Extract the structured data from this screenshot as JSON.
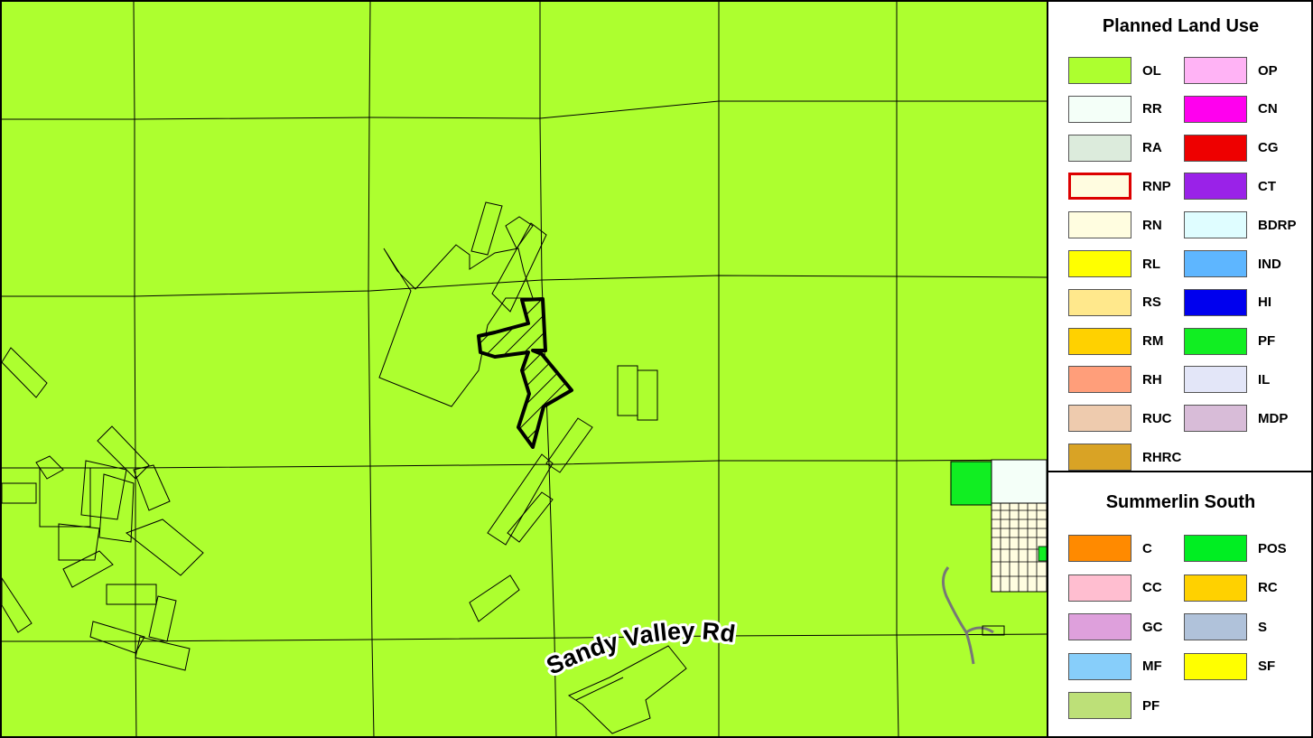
{
  "map": {
    "background_color": "#adff2f",
    "road_label": "Sandy Valley Rd",
    "subject_parcel_pattern": "diagonal-hatch"
  },
  "legend": {
    "planned_land_use": {
      "title": "Planned Land Use",
      "items": [
        {
          "code": "OL",
          "color": "#adff2f"
        },
        {
          "code": "OP",
          "color": "#ffb3f5"
        },
        {
          "code": "RR",
          "color": "#f4fff8"
        },
        {
          "code": "CN",
          "color": "#ff00ee"
        },
        {
          "code": "RA",
          "color": "#dcebdc"
        },
        {
          "code": "CG",
          "color": "#ee0000"
        },
        {
          "code": "RNP",
          "color": "#fffce0",
          "border": "#dd0000"
        },
        {
          "code": "CT",
          "color": "#9a22e8"
        },
        {
          "code": "RN",
          "color": "#fffde0"
        },
        {
          "code": "BDRP",
          "color": "#dffdff"
        },
        {
          "code": "RL",
          "color": "#ffff00"
        },
        {
          "code": "IND",
          "color": "#5eb6ff"
        },
        {
          "code": "RS",
          "color": "#ffe88c"
        },
        {
          "code": "HI",
          "color": "#0000ee"
        },
        {
          "code": "RM",
          "color": "#ffd100"
        },
        {
          "code": "PF",
          "color": "#11ee22"
        },
        {
          "code": "RH",
          "color": "#ff9e7a"
        },
        {
          "code": "IL",
          "color": "#e3e6f8"
        },
        {
          "code": "RUC",
          "color": "#eecbae"
        },
        {
          "code": "MDP",
          "color": "#d8bcd8"
        },
        {
          "code": "RHRC",
          "color": "#d9a325"
        }
      ]
    },
    "summerlin_south": {
      "title": "Summerlin South",
      "items": [
        {
          "code": "C",
          "color": "#ff8a00"
        },
        {
          "code": "POS",
          "color": "#00ee22"
        },
        {
          "code": "CC",
          "color": "#ffbed0"
        },
        {
          "code": "RC",
          "color": "#ffd100"
        },
        {
          "code": "GC",
          "color": "#dea0dc"
        },
        {
          "code": "S",
          "color": "#b0c2da"
        },
        {
          "code": "MF",
          "color": "#87cefa"
        },
        {
          "code": "SF",
          "color": "#ffff00"
        },
        {
          "code": "PF",
          "color": "#bde078"
        }
      ]
    }
  }
}
